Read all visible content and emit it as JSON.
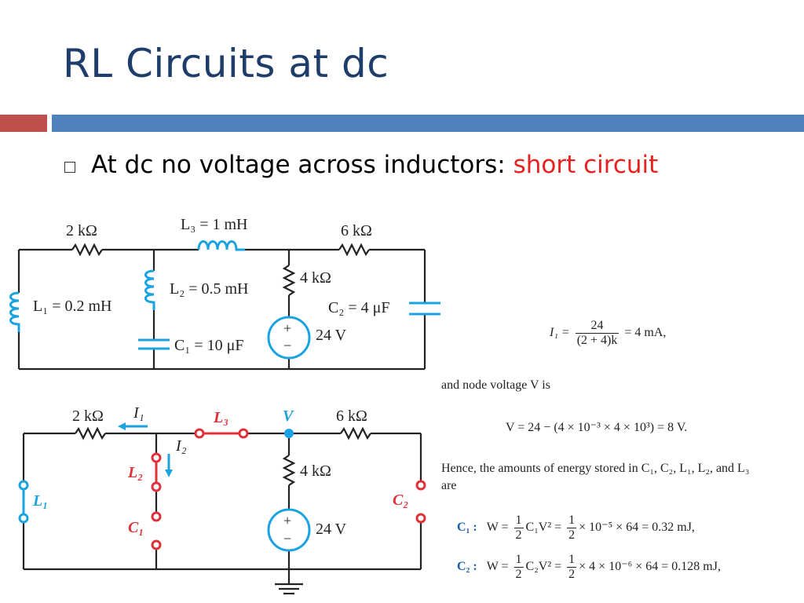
{
  "slide": {
    "title": "RL Circuits at dc",
    "bullet_main": "At dc no voltage across inductors: ",
    "bullet_highlight": "short circuit"
  },
  "circuit_top": {
    "r1": "2 kΩ",
    "l3": "L₃ = 1 mH",
    "r6": "6 kΩ",
    "l1": "L₁ = 0.2 mH",
    "l2": "L₂ = 0.5 mH",
    "r4": "4 kΩ",
    "c2": "C₂ = 4 μF",
    "c1": "C₁ = 10 μF",
    "source": "24 V",
    "plus": "+",
    "minus": "−"
  },
  "circuit_bottom": {
    "r1": "2 kΩ",
    "i1": "I₁",
    "l3": "L₃",
    "node_v": "V",
    "r6": "6 kΩ",
    "i2": "I₂",
    "l2": "L₂",
    "r4": "4 kΩ",
    "l1": "L₁",
    "c1": "C₁",
    "c2": "C₂",
    "source": "24 V",
    "plus": "+",
    "minus": "−"
  },
  "solution": {
    "i1_lhs": "I₁ =",
    "i1_num": "24",
    "i1_den": "(2 + 4)k",
    "i1_rhs": "= 4 mA,",
    "node_text": "and node voltage V is",
    "v_eq": "V = 24 − (4 × 10⁻³ × 4 × 10³) = 8 V.",
    "hence_text_1": "Hence, the amounts of energy stored in C₁, C₂, L₁, L₂, and L₃",
    "hence_text_2": "are",
    "c1_label": "C₁ :",
    "c1_eq_a": "W =",
    "c1_frac_num": "1",
    "c1_frac_den": "2",
    "c1_eq_b": "C₁V² =",
    "c1_frac2_num": "1",
    "c1_frac2_den": "2",
    "c1_eq_c": "× 10⁻⁵ × 64 = 0.32 mJ,",
    "c2_label": "C₂ :",
    "c2_eq_a": "W =",
    "c2_frac_num": "1",
    "c2_frac_den": "2",
    "c2_eq_b": "C₂V² =",
    "c2_frac2_num": "1",
    "c2_frac2_den": "2",
    "c2_eq_c": "× 4 × 10⁻⁶ × 64 = 0.128 mJ,"
  },
  "colors": {
    "title": "#1f3d6b",
    "accent_red": "#c0504d",
    "accent_blue": "#4f81bd",
    "cyan_component": "#1aa3e0",
    "red_component": "#e0313a"
  }
}
